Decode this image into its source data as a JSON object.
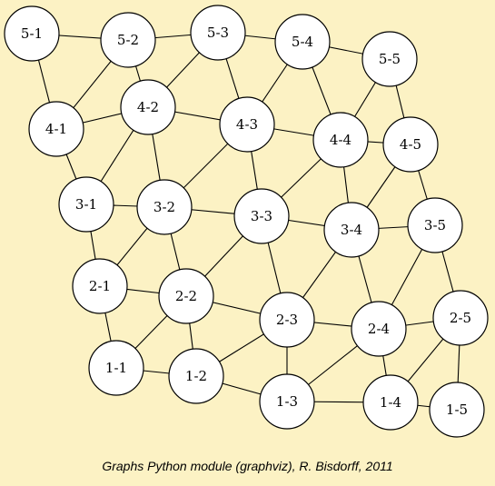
{
  "caption": "Graphs Python module (graphviz), R. Bisdorff, 2011",
  "colors": {
    "background": "#fcf2c4",
    "node_fill": "#ffffff",
    "stroke": "#000000"
  },
  "graph": {
    "nodes": [
      "5-1",
      "5-2",
      "5-3",
      "5-4",
      "5-5",
      "4-1",
      "4-2",
      "4-3",
      "4-4",
      "4-5",
      "3-1",
      "3-2",
      "3-3",
      "3-4",
      "3-5",
      "2-1",
      "2-2",
      "2-3",
      "2-4",
      "2-5",
      "1-1",
      "1-2",
      "1-3",
      "1-4",
      "1-5"
    ],
    "edges": [
      [
        "5-1",
        "5-2"
      ],
      [
        "5-2",
        "5-3"
      ],
      [
        "5-3",
        "5-4"
      ],
      [
        "5-4",
        "5-5"
      ],
      [
        "5-1",
        "4-1"
      ],
      [
        "5-2",
        "4-1"
      ],
      [
        "5-2",
        "4-2"
      ],
      [
        "5-3",
        "4-2"
      ],
      [
        "5-3",
        "4-3"
      ],
      [
        "5-4",
        "4-3"
      ],
      [
        "5-4",
        "4-4"
      ],
      [
        "5-5",
        "4-4"
      ],
      [
        "5-5",
        "4-5"
      ],
      [
        "4-1",
        "4-2"
      ],
      [
        "4-2",
        "4-3"
      ],
      [
        "4-3",
        "4-4"
      ],
      [
        "4-4",
        "4-5"
      ],
      [
        "4-1",
        "3-1"
      ],
      [
        "4-2",
        "3-1"
      ],
      [
        "4-2",
        "3-2"
      ],
      [
        "4-3",
        "3-2"
      ],
      [
        "4-3",
        "3-3"
      ],
      [
        "4-4",
        "3-3"
      ],
      [
        "4-4",
        "3-4"
      ],
      [
        "4-5",
        "3-4"
      ],
      [
        "4-5",
        "3-5"
      ],
      [
        "3-1",
        "3-2"
      ],
      [
        "3-2",
        "3-3"
      ],
      [
        "3-3",
        "3-4"
      ],
      [
        "3-4",
        "3-5"
      ],
      [
        "3-1",
        "2-1"
      ],
      [
        "3-2",
        "2-1"
      ],
      [
        "3-2",
        "2-2"
      ],
      [
        "3-3",
        "2-2"
      ],
      [
        "3-3",
        "2-3"
      ],
      [
        "3-4",
        "2-3"
      ],
      [
        "3-4",
        "2-4"
      ],
      [
        "3-5",
        "2-4"
      ],
      [
        "3-5",
        "2-5"
      ],
      [
        "2-1",
        "2-2"
      ],
      [
        "2-2",
        "2-3"
      ],
      [
        "2-3",
        "2-4"
      ],
      [
        "2-4",
        "2-5"
      ],
      [
        "2-1",
        "1-1"
      ],
      [
        "2-2",
        "1-1"
      ],
      [
        "2-2",
        "1-2"
      ],
      [
        "2-3",
        "1-2"
      ],
      [
        "2-3",
        "1-3"
      ],
      [
        "2-4",
        "1-3"
      ],
      [
        "2-4",
        "1-4"
      ],
      [
        "2-5",
        "1-4"
      ],
      [
        "2-5",
        "1-5"
      ],
      [
        "1-1",
        "1-2"
      ],
      [
        "1-2",
        "1-3"
      ],
      [
        "1-3",
        "1-4"
      ],
      [
        "1-4",
        "1-5"
      ]
    ]
  }
}
